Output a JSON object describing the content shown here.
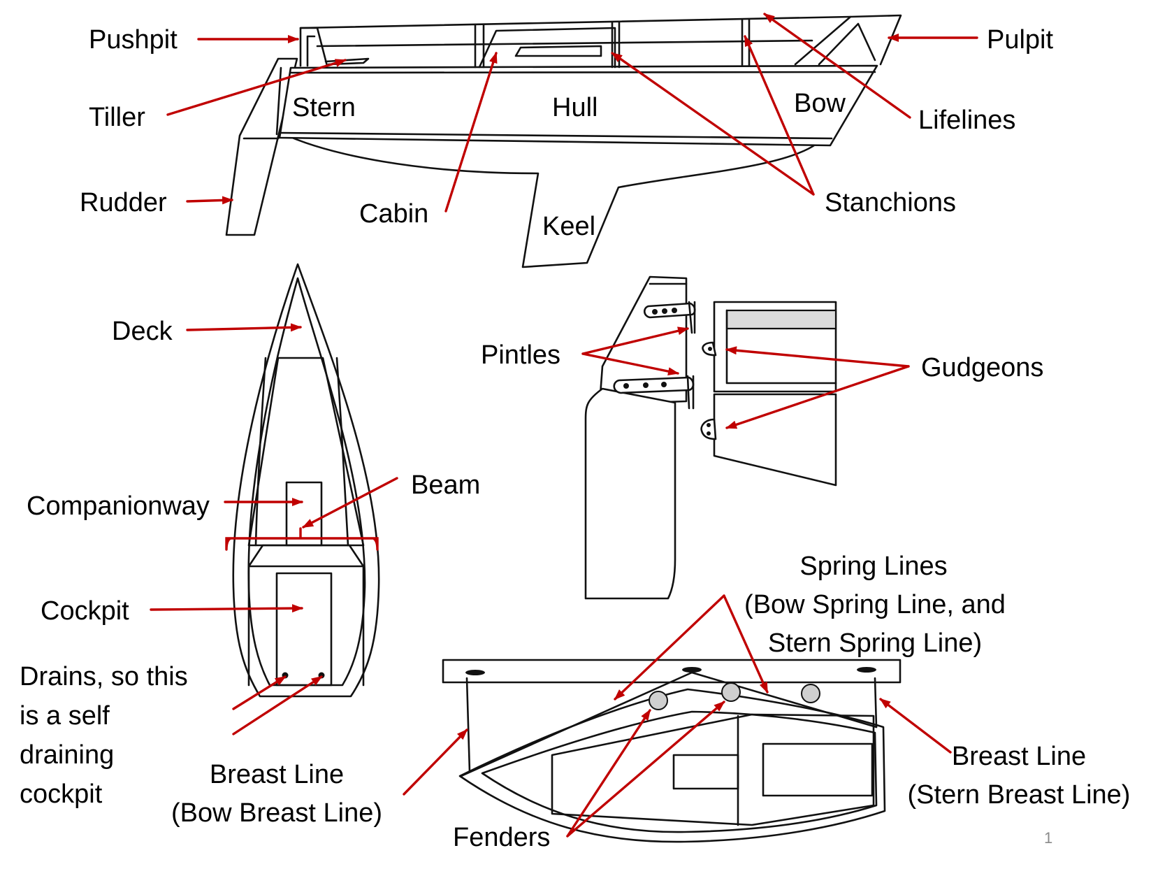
{
  "colors": {
    "arrow": "#c00000",
    "outline": "#111111",
    "background": "#ffffff",
    "fender": "#cfcfcf"
  },
  "side_view": {
    "pushpit": "Pushpit",
    "tiller": "Tiller",
    "rudder": "Rudder",
    "stern": "Stern",
    "hull": "Hull",
    "bow": "Bow",
    "cabin": "Cabin",
    "keel": "Keel",
    "stanchions": "Stanchions",
    "lifelines": "Lifelines",
    "pulpit": "Pulpit"
  },
  "top_view": {
    "deck": "Deck",
    "companionway": "Companionway",
    "beam": "Beam",
    "cockpit": "Cockpit",
    "drains_lines": [
      "Drains, so this",
      "is a self",
      "draining",
      "cockpit"
    ]
  },
  "rudder_view": {
    "pintles": "Pintles",
    "gudgeons": "Gudgeons"
  },
  "docking_view": {
    "spring_lines": [
      "Spring Lines",
      "(Bow Spring Line, and",
      "Stern Spring Line)"
    ],
    "bow_breast": [
      "Breast Line",
      "(Bow Breast Line)"
    ],
    "stern_breast": [
      "Breast Line",
      "(Stern Breast Line)"
    ],
    "fenders": "Fenders"
  },
  "page_number": "1"
}
